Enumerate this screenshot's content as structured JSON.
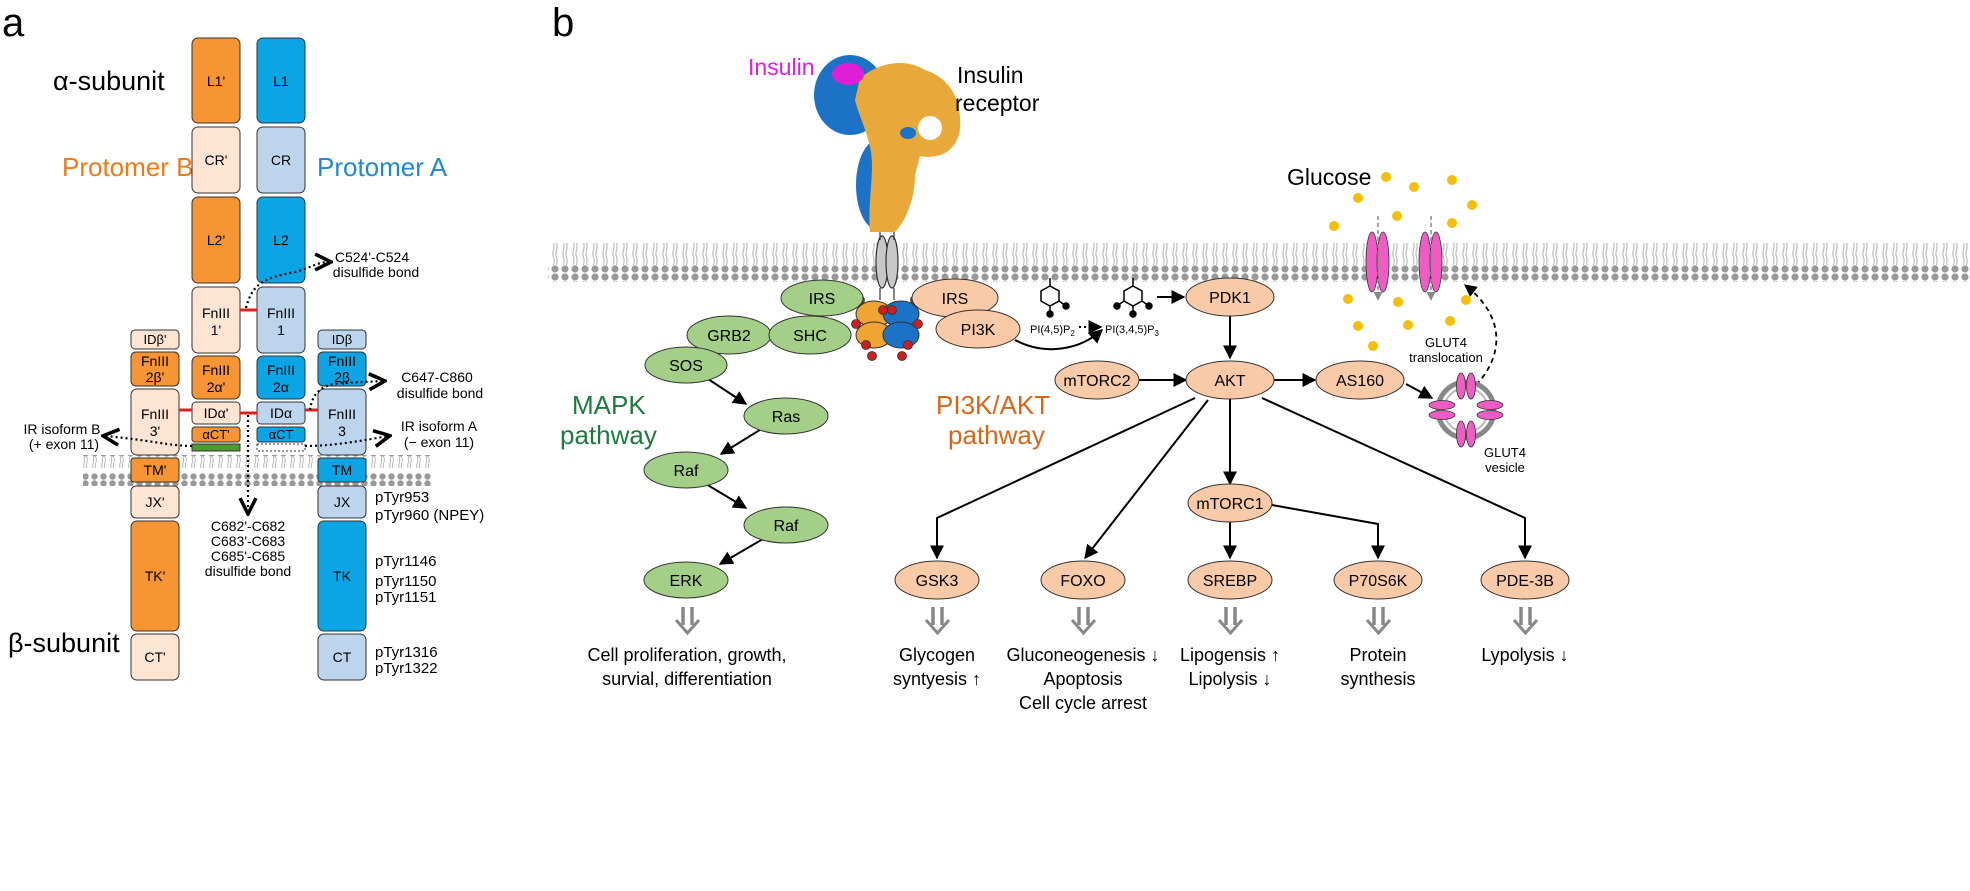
{
  "panels": {
    "a": "a",
    "b": "b"
  },
  "panel_a": {
    "alpha_subunit": "α-subunit",
    "beta_subunit": "β-subunit",
    "protomer_b": "Protomer B",
    "protomer_a": "Protomer A",
    "colors": {
      "orange": "#f79433",
      "light_orange": "#fde4d3",
      "blue": "#0ba5e6",
      "light_blue": "#bcd5ec",
      "disulfide": "#e0201f",
      "green_bar": "#4f9a2f"
    },
    "domains_b": {
      "L1": "L1'",
      "CR": "CR'",
      "L2": "L2'",
      "Fn1_l1": "FnIII",
      "Fn1_l2": "1'",
      "Fn2_l1": "FnIII",
      "Fn2_l2": "2α'",
      "IDa": "IDα'",
      "aCT": "αCT'",
      "IDb": "IDβ'",
      "Fn2b_l1": "FnIII",
      "Fn2b_l2": "2β'",
      "Fn3_l1": "FnIII",
      "Fn3_l2": "3'",
      "TM": "TM'",
      "JX": "JX'",
      "TK": "TK'",
      "CT": "CT'"
    },
    "domains_a": {
      "L1": "L1",
      "CR": "CR",
      "L2": "L2",
      "Fn1_l1": "FnIII",
      "Fn1_l2": "1",
      "Fn2_l1": "FnIII",
      "Fn2_l2": "2α",
      "IDa": "IDα",
      "aCT": "αCT",
      "IDb": "IDβ",
      "Fn2b_l1": "FnIII",
      "Fn2b_l2": "2β",
      "Fn3_l1": "FnIII",
      "Fn3_l2": "3",
      "TM": "TM",
      "JX": "JX",
      "TK": "TK",
      "CT": "CT"
    },
    "disulfide_524": {
      "l1": "C524'-C524",
      "l2": "disulfide bond"
    },
    "disulfide_647": {
      "l1": "C647-C860",
      "l2": "disulfide bond"
    },
    "disulfide_682": {
      "l1": "C682'-C682",
      "l2": "C683'-C683",
      "l3": "C685'-C685",
      "l4": "disulfide bond"
    },
    "isoform_b": {
      "l1": "IR isoform B",
      "l2": "(+ exon 11)"
    },
    "isoform_a": {
      "l1": "IR isoform A",
      "l2": "(− exon 11)"
    },
    "ptyr": [
      "pTyr953",
      "pTyr960 (NPEY)",
      "pTyr1146",
      "pTyr1150",
      "pTyr1151",
      "pTyr1316",
      "pTyr1322"
    ]
  },
  "panel_b": {
    "insulin": "Insulin",
    "receptor": {
      "l1": "Insulin",
      "l2": "receptor"
    },
    "glucose": "Glucose",
    "glut4_translocation": {
      "l1": "GLUT4",
      "l2": "translocation"
    },
    "glut4_vesicle": {
      "l1": "GLUT4",
      "l2": "vesicle"
    },
    "mapk_pathway": {
      "l1": "MAPK",
      "l2": "pathway"
    },
    "pi3k_pathway": {
      "l1": "PI3K/AKT",
      "l2": "pathway"
    },
    "pip2": {
      "base": "PI(4,5)P",
      "sub": "2"
    },
    "pip3": {
      "base": "PI(3,4,5)P",
      "sub": "3"
    },
    "colors": {
      "green_node": "#a3cf88",
      "orange_node": "#f8caa8",
      "mapk_text": "#1f7a3d",
      "pi3k_text": "#d6661a",
      "insulin_text": "#e01ed8",
      "glucose_dot": "#f5be0b",
      "glut4": "#ef5cc3"
    },
    "nodes": {
      "irs_g": "IRS",
      "grb2": "GRB2",
      "shc": "SHC",
      "sos": "SOS",
      "ras": "Ras",
      "raf1": "Raf",
      "raf2": "Raf",
      "erk": "ERK",
      "irs_o": "IRS",
      "pi3k": "PI3K",
      "pdk1": "PDK1",
      "mtorc2": "mTORC2",
      "akt": "AKT",
      "as160": "AS160",
      "mtorc1": "mTORC1",
      "gsk3": "GSK3",
      "foxo": "FOXO",
      "srebp": "SREBP",
      "p70s6k": "P70S6K",
      "pde3b": "PDE-3B"
    },
    "outcomes": {
      "erk": {
        "l1": "Cell proliferation, growth,",
        "l2": "survial, differentiation"
      },
      "gsk3": {
        "l1": "Glycogen",
        "l2": "syntyesis ↑"
      },
      "foxo": {
        "l1": "Gluconeogenesis ↓",
        "l2": "Apoptosis",
        "l3": "Cell cycle arrest"
      },
      "srebp": {
        "l1": "Lipogensis ↑",
        "l2": "Lipolysis ↓"
      },
      "p70s6k": {
        "l1": "Protein",
        "l2": "synthesis"
      },
      "pde3b": {
        "l1": "Lypolysis ↓"
      }
    }
  }
}
